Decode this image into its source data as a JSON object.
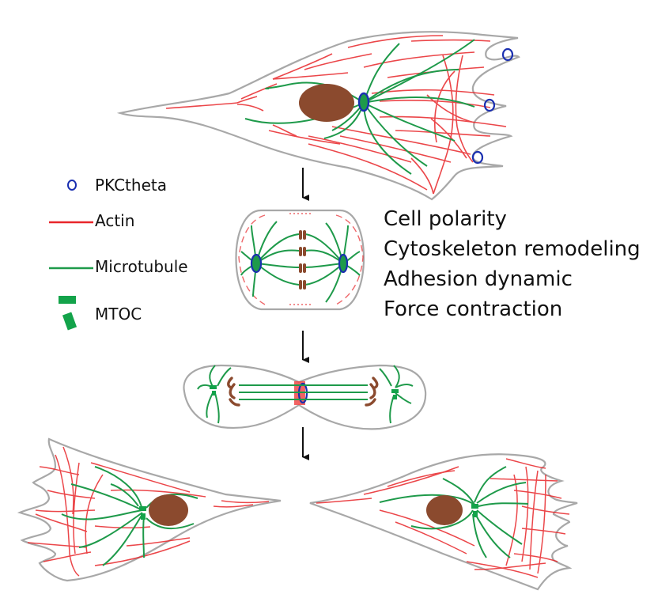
{
  "legend": {
    "items": [
      {
        "label": "PKCtheta",
        "symbol": "blue-ring"
      },
      {
        "label": "Actin",
        "symbol": "red-line"
      },
      {
        "label": "Microtubule",
        "symbol": "green-line"
      },
      {
        "label": "MTOC",
        "symbol": "green-blocks"
      }
    ]
  },
  "functions": [
    "Cell polarity",
    "Cytoskeleton remodeling",
    "Adhesion dynamic",
    "Force contraction"
  ],
  "stages": [
    {
      "name": "migrating-cell",
      "pkc_sites": 4
    },
    {
      "name": "metaphase-cell",
      "chromosome_pairs": 4
    },
    {
      "name": "cytokinesis-cell"
    },
    {
      "name": "daughter-cells",
      "count": 2
    }
  ],
  "colors": {
    "actin": "#e8262a",
    "microtubule": "#1e9a4a",
    "pkctheta": "#1a2fb0",
    "nucleus": "#8b4a2e",
    "membrane": "#a8a8a8",
    "mtoc": "#13a34a"
  }
}
